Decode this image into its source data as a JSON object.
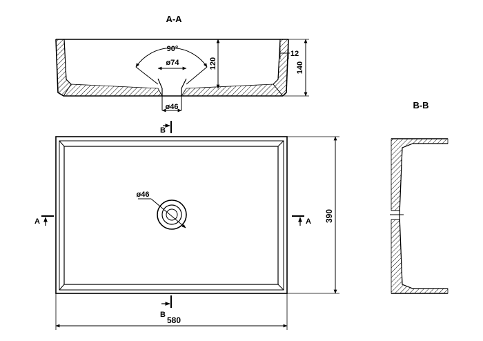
{
  "views": {
    "section_aa_title": "A-A",
    "section_bb_title": "B-B"
  },
  "dimensions": {
    "angle": "90°",
    "top_diameter": "ø74",
    "drain_diameter_section": "ø46",
    "inner_depth": "120",
    "rim_thickness": "12",
    "total_height": "140",
    "width": "580",
    "depth": "390",
    "drain_diameter_plan": "ø46"
  },
  "cut_markers": {
    "a_left": "A",
    "a_right": "A",
    "b_top": "B",
    "b_bottom": "B"
  }
}
